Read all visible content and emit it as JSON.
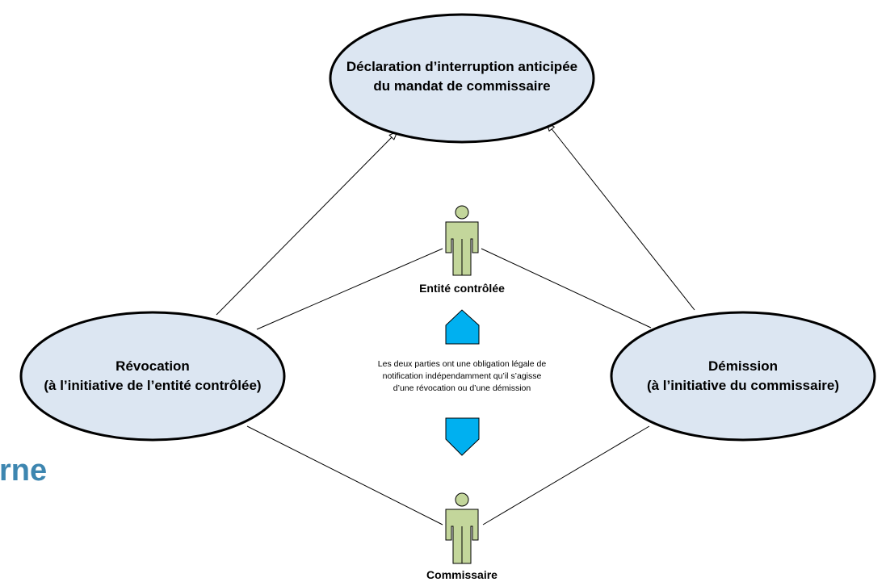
{
  "background": {
    "partial_word": "rne",
    "color": "#3d86b0"
  },
  "use_cases": {
    "declaration": {
      "line1": "Déclaration d’interruption anticipée",
      "line2": "du mandat de commissaire"
    },
    "revocation": {
      "line1": "Révocation",
      "line2": "(à l’initiative de l’entité contrôlée)"
    },
    "demission": {
      "line1": "Démission",
      "line2": "(à l’initiative du commissaire)"
    }
  },
  "actors": {
    "entite": {
      "label": "Entité contrôlée"
    },
    "commissaire": {
      "label": "Commissaire"
    }
  },
  "note": {
    "line1": "Les deux parties ont une obligation légale de",
    "line2": "notification indépendamment qu’il s’agisse",
    "line3": "d’une révocation ou d’une démission"
  },
  "colors": {
    "ellipse_fill": "#dce6f2",
    "actor_fill": "#c3d69b",
    "pentagon_fill": "#00b0f0"
  }
}
